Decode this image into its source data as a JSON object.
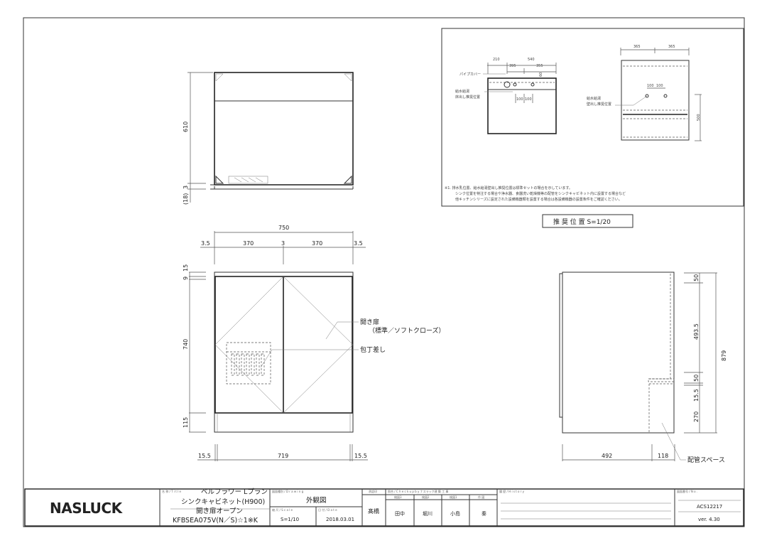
{
  "drawing": {
    "top_view": {
      "dims": {
        "depth": "610",
        "gap": "3",
        "base": "(18)"
      }
    },
    "front_view": {
      "dims": {
        "width": "750",
        "side_left": "3.5",
        "door_left": "370",
        "center_gap": "3",
        "door_right": "370",
        "side_right": "3.5",
        "top_9": "9",
        "top_15": "15",
        "door_height": "740",
        "plinth": "115",
        "bottom_left": "15.5",
        "bottom_mid": "719",
        "bottom_right": "15.5"
      },
      "callouts": {
        "door": "開き扉",
        "door_sub": "（標準／ソフトクローズ）",
        "knife_rack": "包丁差し"
      }
    },
    "side_view": {
      "dims": {
        "d50a": "50",
        "d493": "493.5",
        "d50b": "50",
        "d155": "15.5",
        "d270": "270",
        "total": "879",
        "depth_main": "492",
        "depth_pipe": "118"
      },
      "callouts": {
        "pipe_space": "配管スペース"
      }
    },
    "recommended": {
      "title": "推 奨 位 置 S=1/20",
      "left": {
        "d210": "210",
        "d540": "540",
        "d395": "395",
        "d355": "355",
        "d60": "60",
        "d100a": "100",
        "d100b": "100",
        "pipe_cover": "パイプカバー",
        "supply_1": "給水給湯",
        "supply_2": "床出し推奨位置"
      },
      "right": {
        "d365a": "365",
        "d365b": "365",
        "d100a": "100",
        "d100b": "100",
        "d500": "500",
        "supply_1": "給水給湯",
        "supply_2": "壁出し推奨位置"
      },
      "notes": [
        "※1. 排水乳位置、給水給湯壁出し推奨位置は標準セットの場合を示しています。",
        "シンク位置を特注する場合や浄水器、食器洗い乾燥機等の配管をシンクキャビネット内に設置する場合など",
        "他キッチンシリーズに設定された設備機器類を設置する場合は各設備機器の設置条件をご確認ください。"
      ]
    }
  },
  "title_block": {
    "logo": "NASLUCK",
    "title_label": "名 称 / T i t l e",
    "title_line1": "ベルフラワー Lプラン",
    "title_line2": "シンクキャビネット(H900)",
    "title_line3": "開き扉オープン",
    "title_line4": "KFBSEA075V(N／S)☆1※K",
    "drawing_label": "図面種別 / D r a w i n g",
    "drawing_value": "外観図",
    "scale_label": "縮 尺 / S c a l e",
    "scale_value": "S=1/10",
    "date_label": "日 付 / D a t e",
    "date_value": "2018.03.01",
    "author_label": "承認印",
    "author_value": "髙橋",
    "check_label": "照合 / C h e c k  u p  b y  ナスラック建 築 工 事",
    "check_cols": [
      "検図3",
      "検図2",
      "検図1",
      "作 図"
    ],
    "check_names": [
      "田中",
      "堀川",
      "小島",
      "秦"
    ],
    "history_label": "履 歴 / H i s t o r y",
    "no_label": "図面番号 / N o .",
    "no_value": "ACS12217",
    "version": "ver. 4.30"
  }
}
